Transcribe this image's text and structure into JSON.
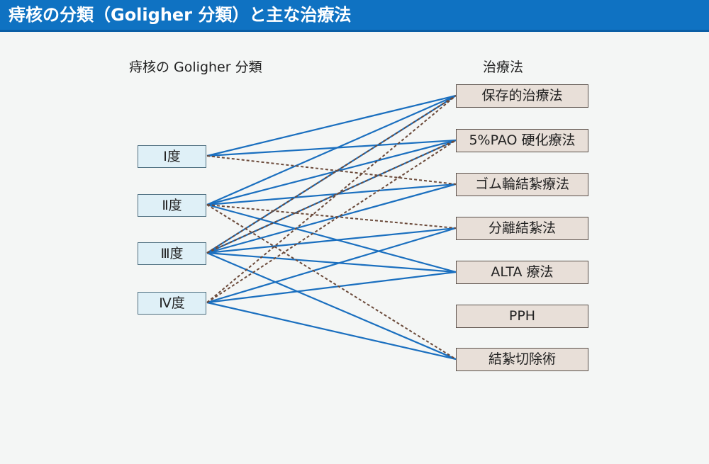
{
  "header": {
    "title": "痔核の分類（Goligher 分類）と主な治療法"
  },
  "left_heading": "痔核の Goligher 分類",
  "right_heading": "治療法",
  "grades": [
    "Ⅰ度",
    "Ⅱ度",
    "Ⅲ度",
    "Ⅳ度"
  ],
  "treatments": [
    "保存的治療法",
    "5%PAO 硬化療法",
    "ゴム輪結紮療法",
    "分離結紮法",
    "ALTA 療法",
    "PPH",
    "結紮切除術"
  ],
  "colors": {
    "solid_line": "#1a6fbf",
    "dashed_line": "#6b4a3a",
    "header_bg": "#0f72c2"
  },
  "connections": {
    "solid": [
      [
        0,
        0
      ],
      [
        0,
        1
      ],
      [
        1,
        0
      ],
      [
        1,
        1
      ],
      [
        1,
        2
      ],
      [
        1,
        4
      ],
      [
        2,
        0
      ],
      [
        2,
        1
      ],
      [
        2,
        2
      ],
      [
        2,
        3
      ],
      [
        2,
        4
      ],
      [
        2,
        6
      ],
      [
        3,
        3
      ],
      [
        3,
        4
      ],
      [
        3,
        6
      ]
    ],
    "dashed": [
      [
        0,
        2
      ],
      [
        1,
        3
      ],
      [
        1,
        6
      ],
      [
        2,
        0
      ],
      [
        2,
        1
      ],
      [
        3,
        0
      ],
      [
        3,
        1
      ]
    ]
  }
}
